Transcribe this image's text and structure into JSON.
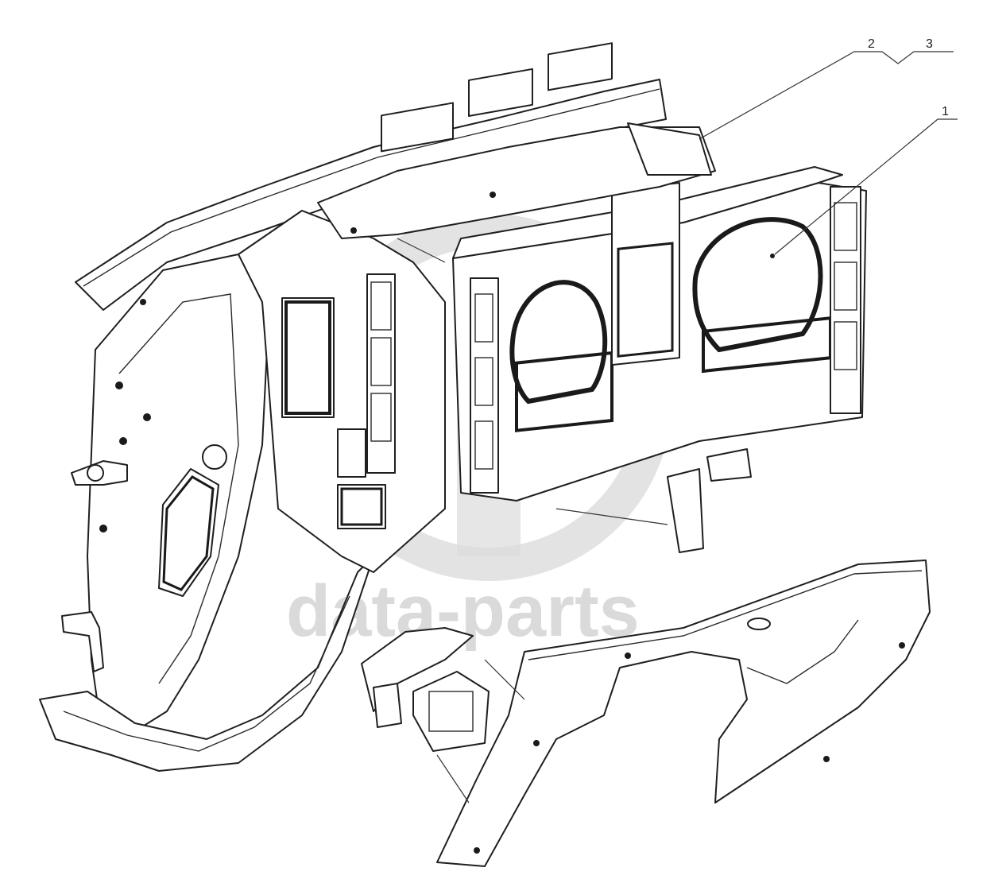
{
  "callouts": {
    "label_1": "1",
    "label_2": "2",
    "label_3": "3"
  },
  "watermark": {
    "text": "data-parts",
    "color": "#d4d4d4"
  },
  "colors": {
    "line": "#1f1f1f",
    "background": "#ffffff"
  }
}
